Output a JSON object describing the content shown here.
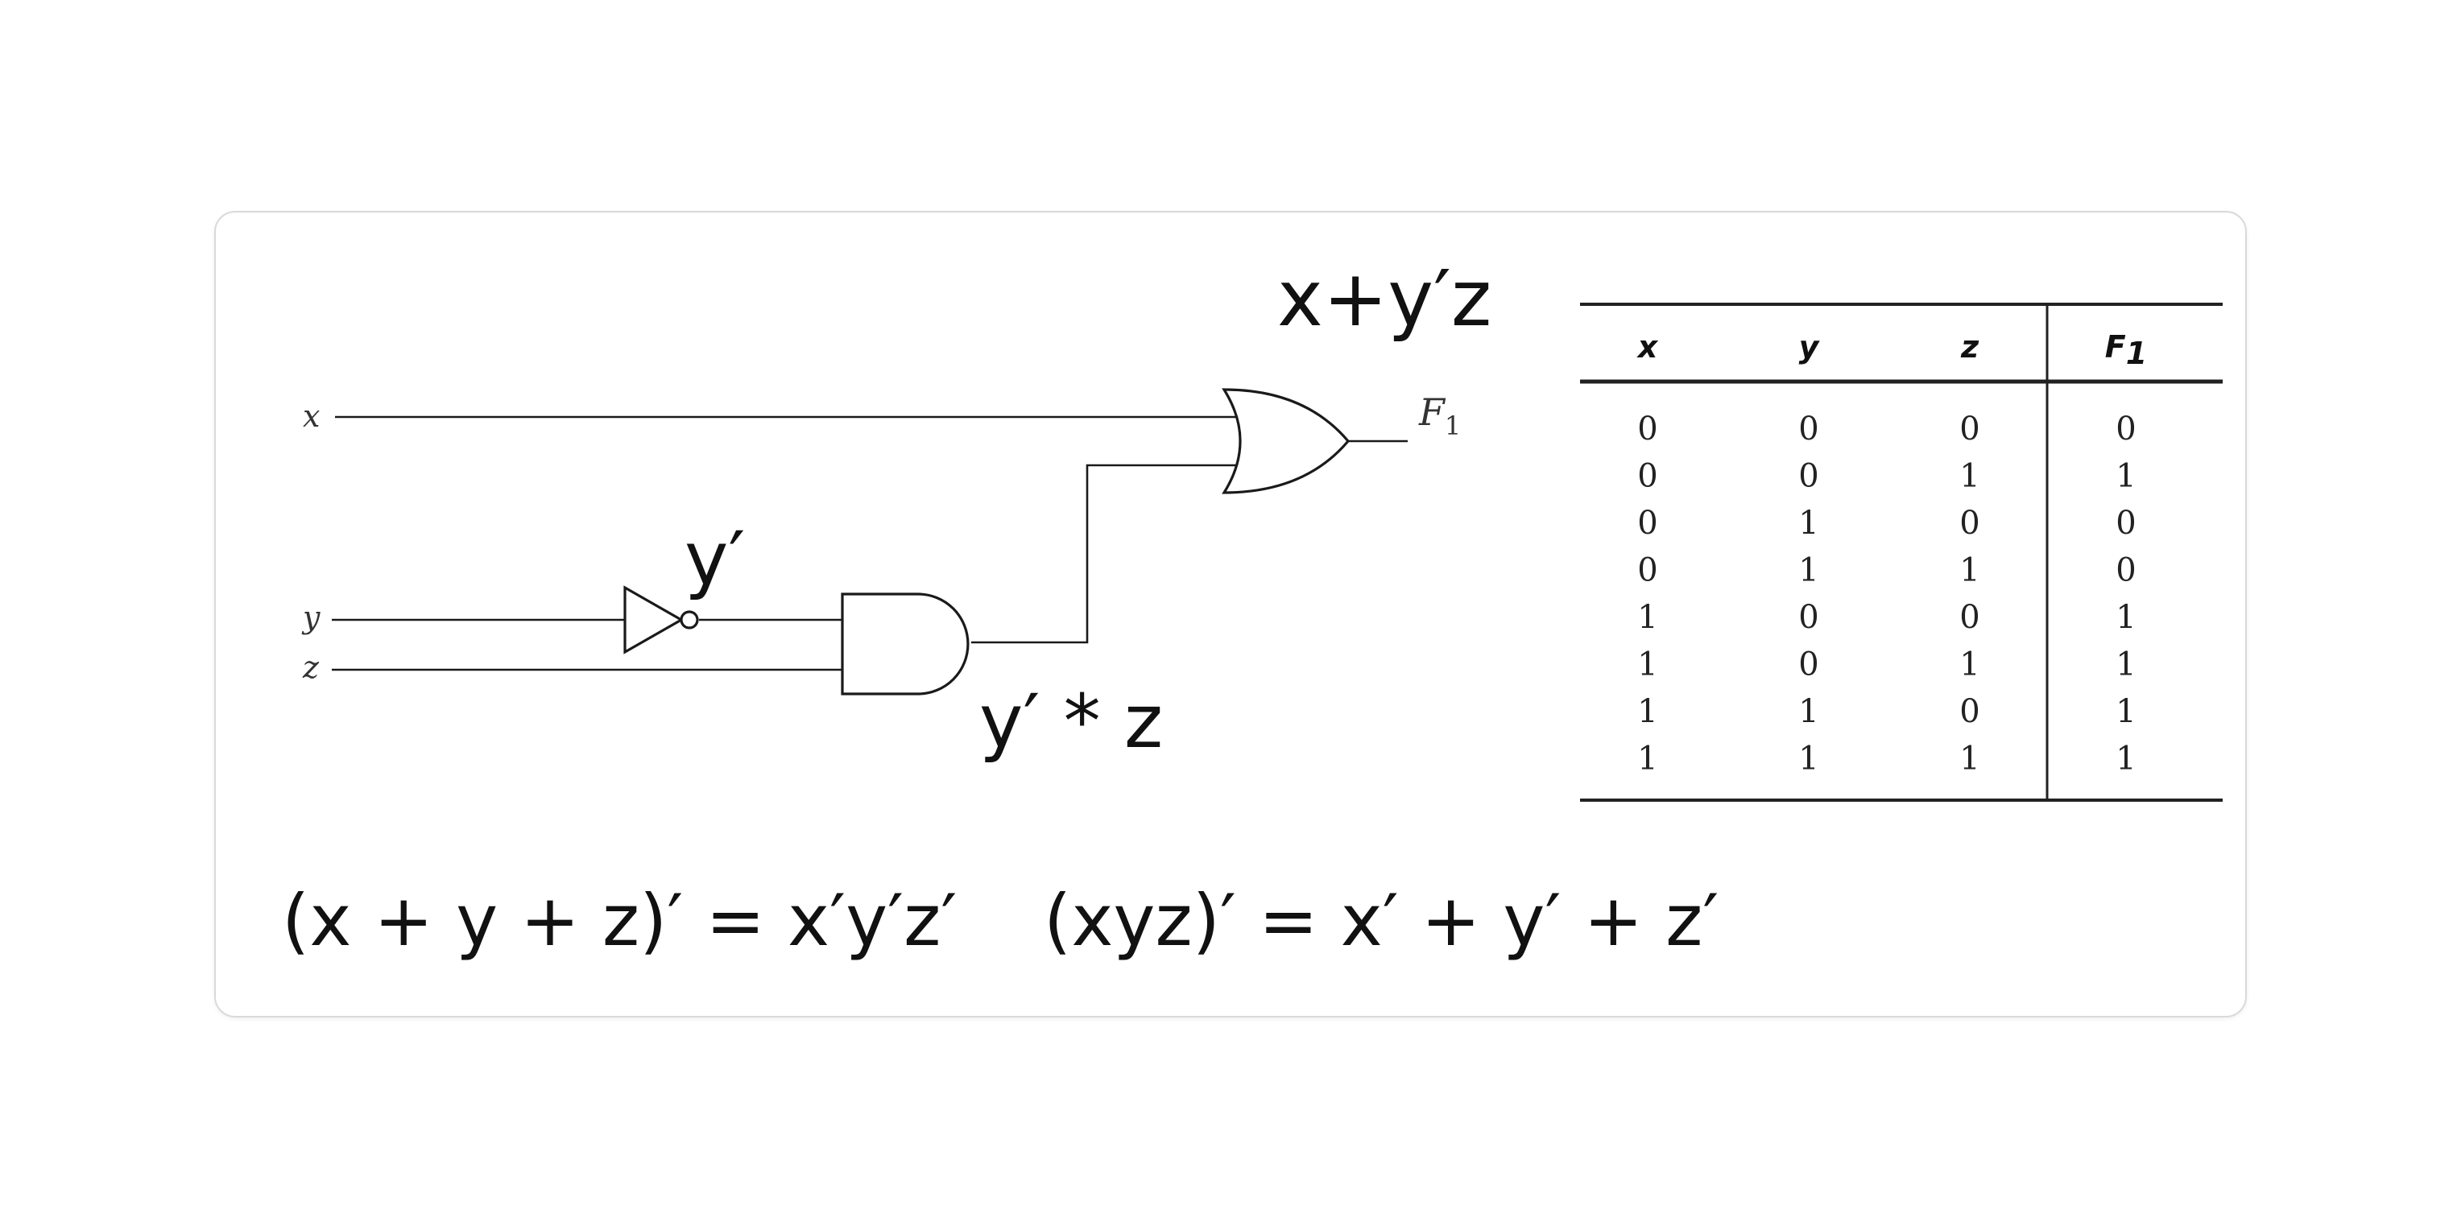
{
  "circuit": {
    "inputs": {
      "x": "x",
      "y": "y",
      "z": "z"
    },
    "output": {
      "name": "F",
      "subscript": "1"
    },
    "annotations": {
      "or_expr": "x+y′z",
      "not_expr": "y′",
      "and_expr": "y′ * z"
    }
  },
  "truth_table": {
    "headers": {
      "x": "x",
      "y": "y",
      "z": "z",
      "f_name": "F",
      "f_sub": "1"
    },
    "rows": [
      [
        "0",
        "0",
        "0",
        "0"
      ],
      [
        "0",
        "0",
        "1",
        "1"
      ],
      [
        "0",
        "1",
        "0",
        "0"
      ],
      [
        "0",
        "1",
        "1",
        "0"
      ],
      [
        "1",
        "0",
        "0",
        "1"
      ],
      [
        "1",
        "0",
        "1",
        "1"
      ],
      [
        "1",
        "1",
        "0",
        "1"
      ],
      [
        "1",
        "1",
        "1",
        "1"
      ]
    ]
  },
  "equations": {
    "eq1": "(x + y + z)′ = x′y′z′",
    "eq2": "(xyz)′ = x′ + y′ + z′"
  }
}
